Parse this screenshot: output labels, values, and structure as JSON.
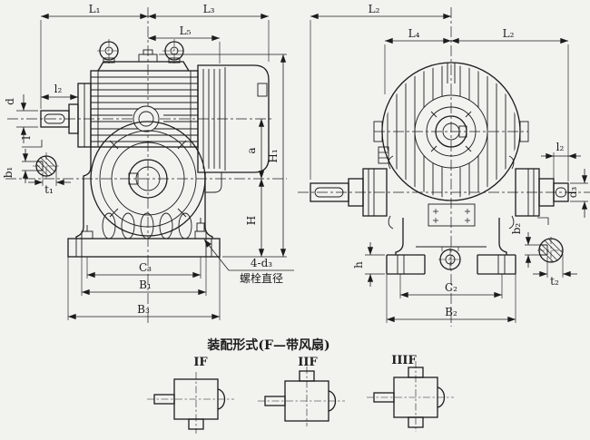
{
  "colors": {
    "background": "#f2f2ef",
    "line": "#1c1c1c"
  },
  "left_view": {
    "top_dims": {
      "L1": "L₁",
      "L3": "L₃",
      "L5": "L₅"
    },
    "shaft_dims": {
      "d": "d",
      "l2": "l₂",
      "l": "l",
      "b1": "b₁",
      "t1": "t₁"
    },
    "height_dims": {
      "a": "a",
      "H": "H",
      "H1": "H₁"
    },
    "bottom_dims": {
      "C3": "C₃",
      "B1": "B₁",
      "B3": "B₃"
    },
    "bolt_callout": {
      "line1": "4-d₃",
      "line2": "螺栓直径"
    }
  },
  "right_view": {
    "top_dims": {
      "L2_left": "L₂",
      "L4": "L₄",
      "L2_right": "L₂"
    },
    "shaft_dims": {
      "l2": "l₂",
      "d3": "d₃",
      "b2": "b₂",
      "t2": "t₂"
    },
    "height_dims": {
      "h": "h"
    },
    "bottom_dims": {
      "C2": "C₂",
      "B2": "B₂"
    }
  },
  "assembly_forms": {
    "title": "装配形式(F—带风扇)",
    "forms": [
      {
        "label": "IF"
      },
      {
        "label": "IIF"
      },
      {
        "label": "IIIF"
      }
    ]
  }
}
